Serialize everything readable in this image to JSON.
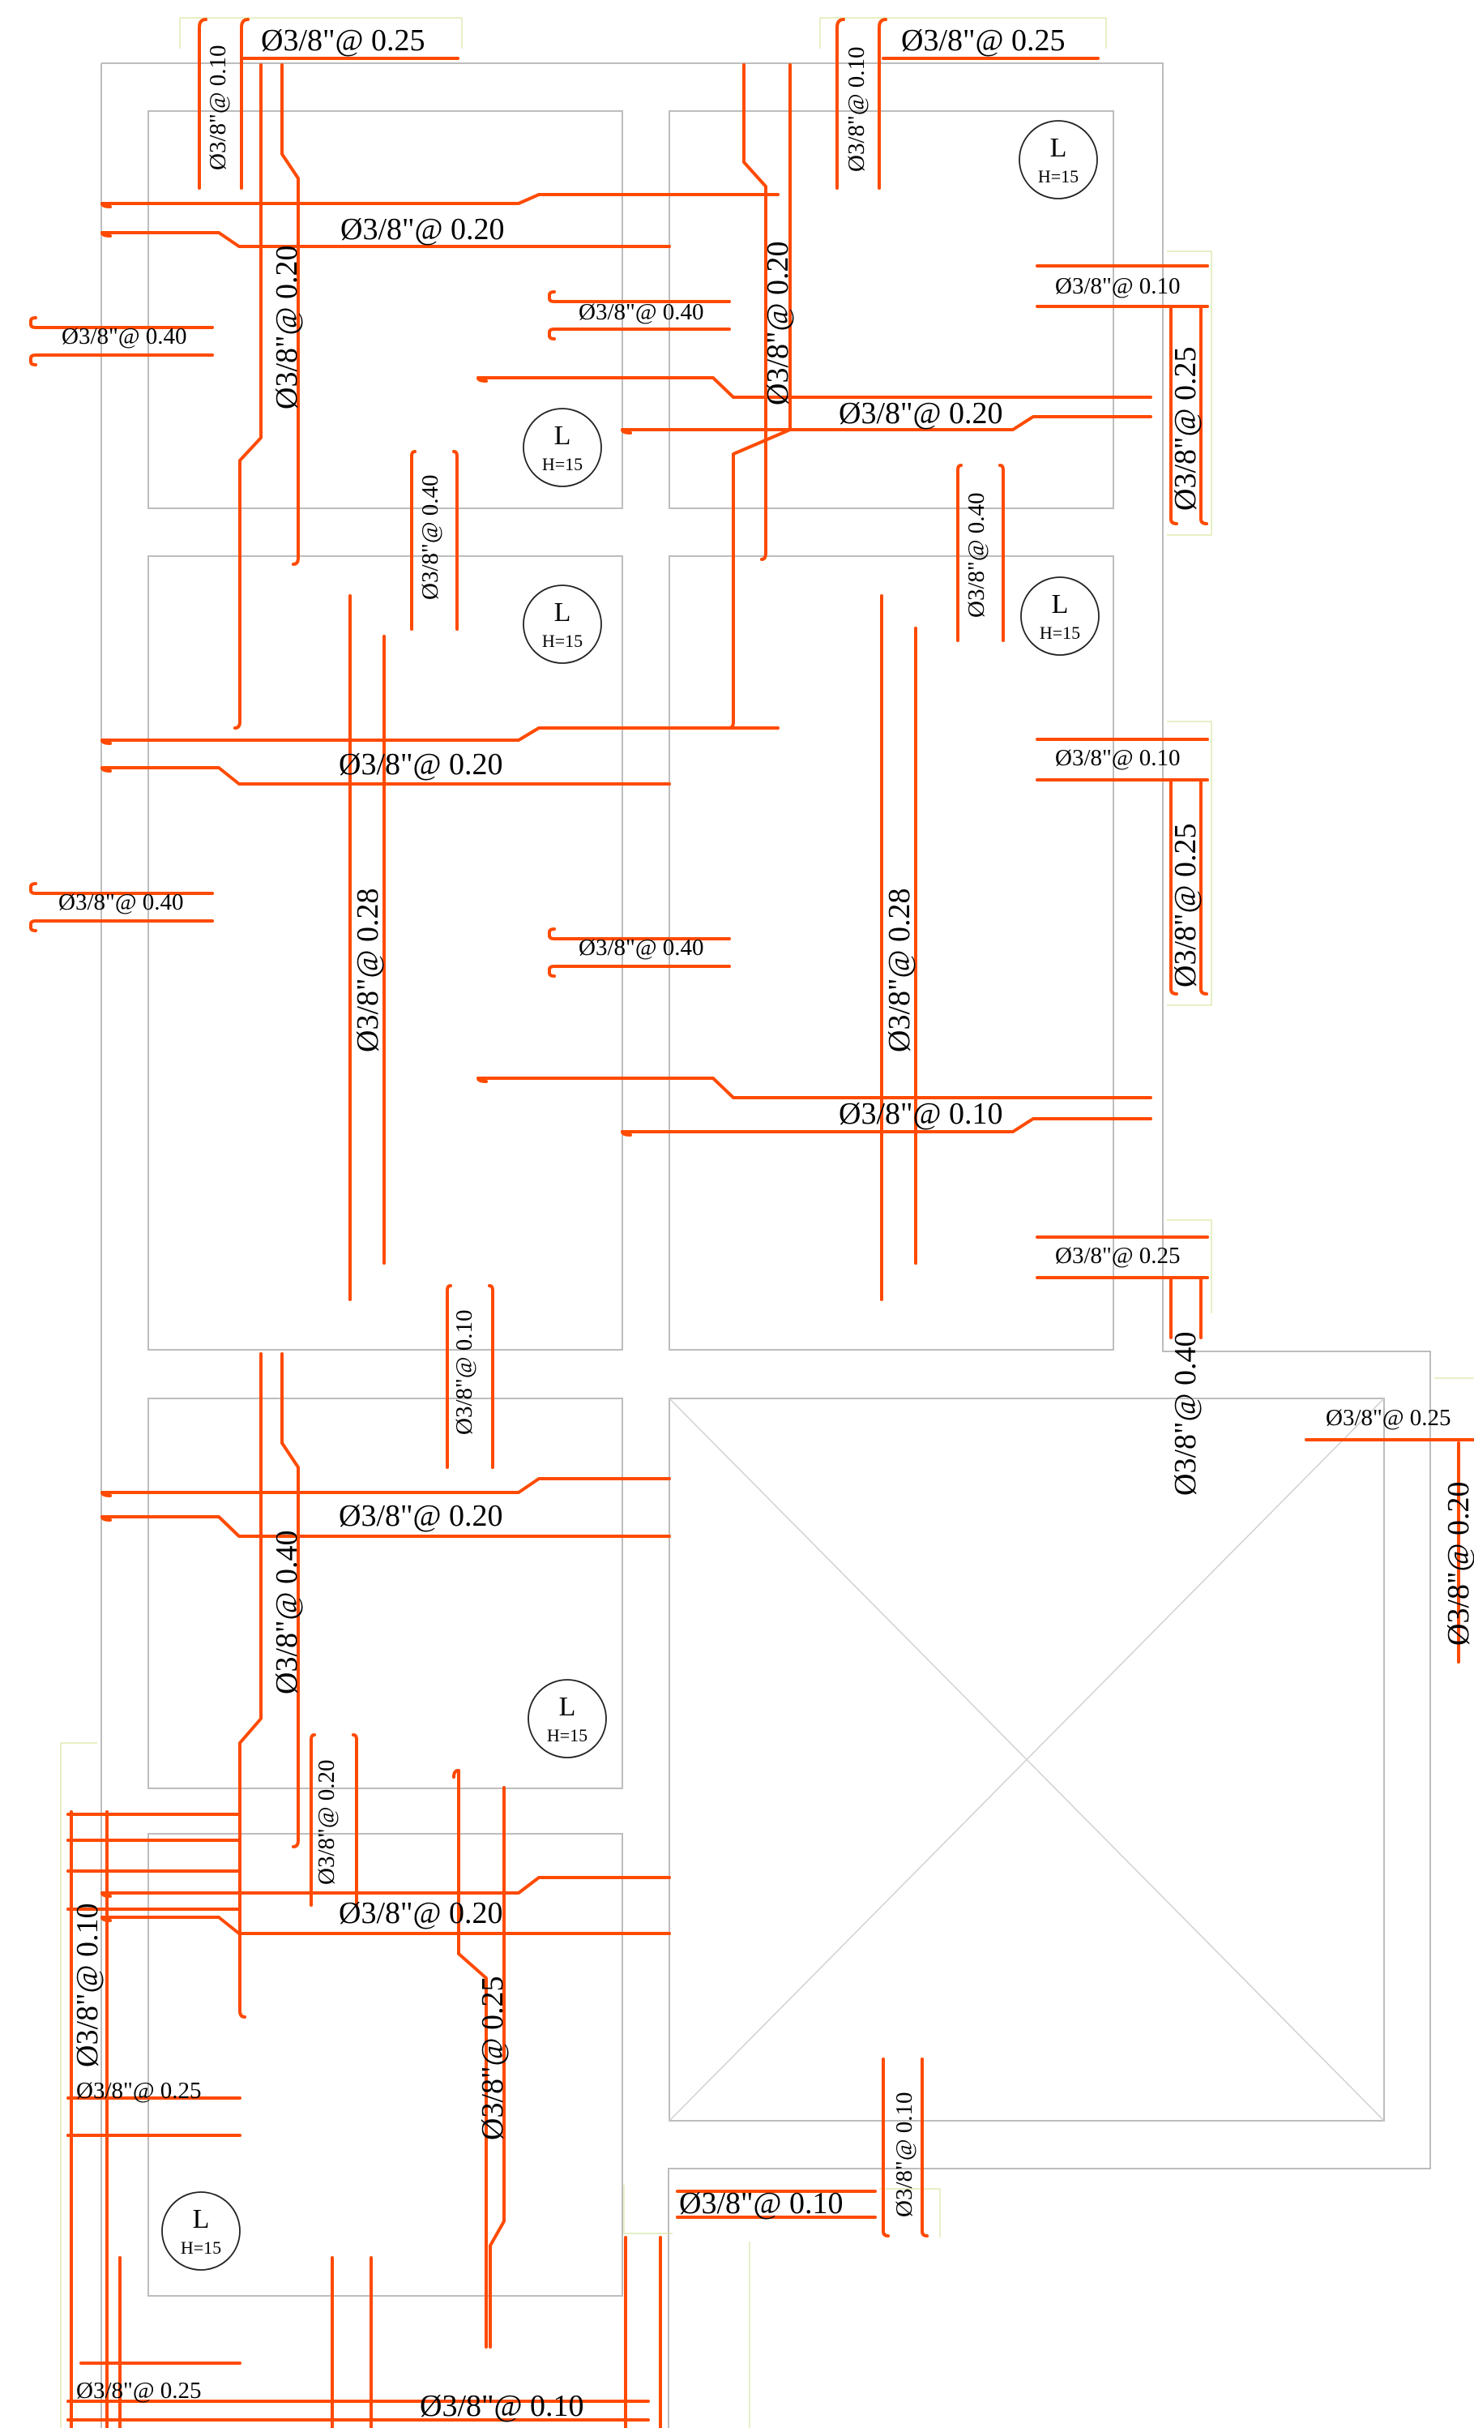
{
  "drawing": {
    "bar_color": "#ff4a00",
    "outline_color": "#bdbdbd",
    "labels": [
      "Ø3/8\"@ 0.10",
      "Ø3/8\"@ 0.25",
      "Ø3/8\"@ 0.10",
      "Ø3/8\"@ 0.25",
      "Ø3/8\"@ 0.20",
      "Ø3/8\"@ 0.40",
      "Ø3/8\"@ 0.40",
      "Ø3/8\"@ 0.20",
      "Ø3/8\"@ 0.20",
      "Ø3/8\"@ 0.10",
      "Ø3/8\"@ 0.25",
      "Ø3/8\"@ 0.40",
      "Ø3/8\"@ 0.40",
      "Ø3/8\"@ 0.20",
      "Ø3/8\"@ 0.10",
      "Ø3/8\"@ 0.25",
      "Ø3/8\"@ 0.40",
      "Ø3/8\"@ 0.28",
      "Ø3/8\"@ 0.40",
      "Ø3/8\"@ 0.28",
      "Ø3/8\"@ 0.20",
      "Ø3/8\"@ 0.10",
      "Ø3/8\"@ 0.25",
      "Ø3/8\"@ 0.40",
      "Ø3/8\"@ 0.10",
      "Ø3/8\"@ 0.25",
      "Ø3/8\"@ 0.20",
      "Ø3/8\"@ 0.20",
      "Ø3/8\"@ 0.40",
      "Ø3/8\"@ 0.20",
      "Ø3/8\"@ 0.20",
      "Ø3/8\"@ 0.25",
      "Ø3/8\"@ 0.10",
      "Ø3/8\"@ 0.25",
      "Ø3/8\"@ 0.10",
      "Ø3/8\"@ 0.10",
      "Ø3/8\"@ 0.25",
      "Ø3/8\"@ 0.10"
    ],
    "slab_tags": [
      {
        "letter": "L",
        "height": "H=15"
      },
      {
        "letter": "L",
        "height": "H=15"
      },
      {
        "letter": "L",
        "height": "H=15"
      },
      {
        "letter": "L",
        "height": "H=15"
      },
      {
        "letter": "L",
        "height": "H=15"
      },
      {
        "letter": "L",
        "height": "H=15"
      }
    ]
  }
}
